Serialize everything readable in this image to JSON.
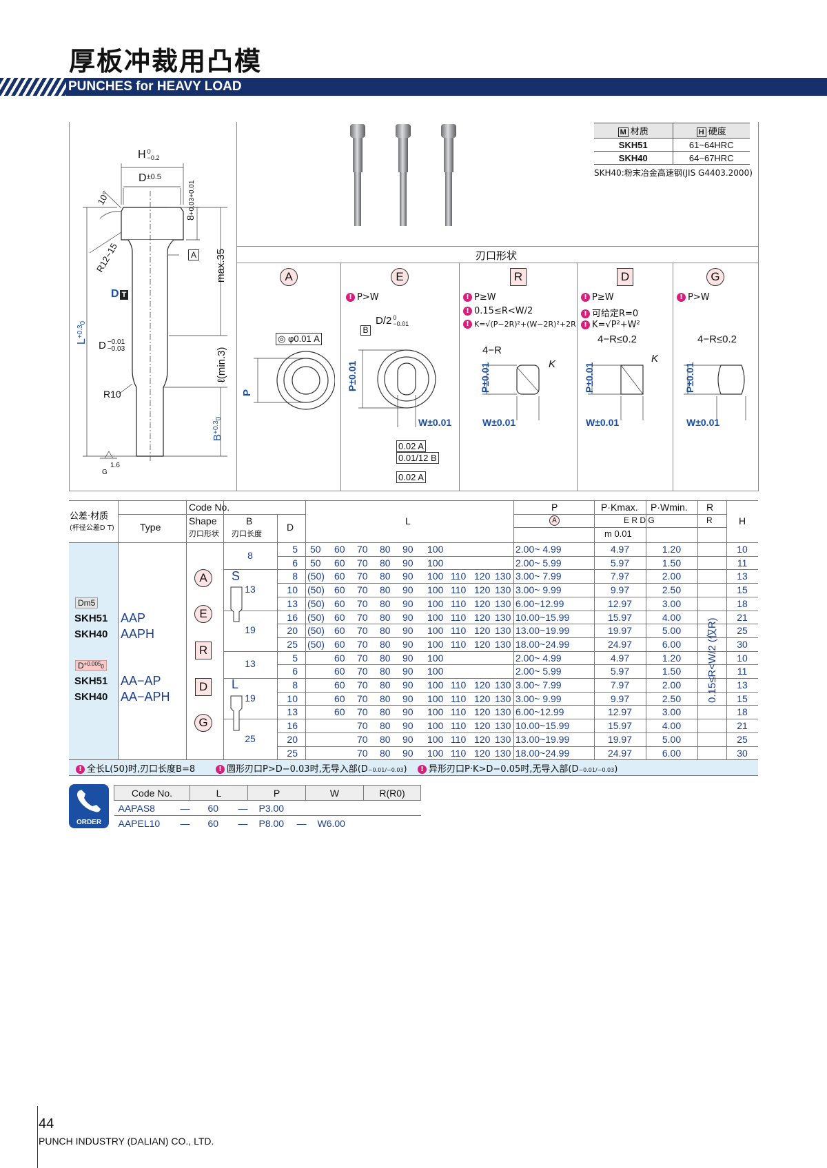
{
  "header": {
    "title_cn": "厚板冲裁用凸模",
    "title_en": "PUNCHES for HEAVY LOAD"
  },
  "drawing": {
    "dims": {
      "H": "H",
      "H_tol_top": "0",
      "H_tol_bot": "−0.2",
      "D_head": "D",
      "D_head_tol": "±0.5",
      "angle": "10°",
      "head_h": "8",
      "head_tol_top": "+0.03",
      "head_tol_bot": "+0.01",
      "max35": "max.35",
      "ref_A": "A",
      "R12": "R12~15",
      "DT": "D",
      "L": "L",
      "L_tol_top": "+0.3",
      "L_tol_bot": "0",
      "D_shank": "D",
      "D_shank_tol_top": "−0.01",
      "D_shank_tol_bot": "−0.03",
      "l_min": "ℓ(min.3)",
      "R10": "R10",
      "B": "B",
      "B_tol_top": "+0.3",
      "B_tol_bot": "0",
      "G": "G",
      "roughness": "1.6"
    }
  },
  "materials": {
    "header_material": "材质",
    "header_hardness": "硬度",
    "badge_m": "M",
    "badge_h": "H",
    "rows": [
      {
        "material": "SKH51",
        "hardness": "61~64HRC"
      },
      {
        "material": "SKH40",
        "hardness": "64~67HRC"
      }
    ],
    "note": "SKH40:粉末冶金高速钢(JIS G4403.2000)"
  },
  "shapes": {
    "section_title": "刃口形状",
    "A": {
      "label": "A",
      "tol": "◎ φ0.01 A",
      "P": "P"
    },
    "E": {
      "label": "E",
      "cond": "P>W",
      "d2": "D/2",
      "d2_tol_top": "0",
      "d2_tol_bot": "−0.01",
      "ref": "B",
      "P": "P±0.01",
      "W": "W±0.01",
      "tol1": "0.02 A",
      "tol2": "0.01/12 B",
      "tol3": "0.02 A"
    },
    "R": {
      "label": "R",
      "cond1": "P≥W",
      "cond2": "0.15≤R<W/2",
      "cond3": "K=√(P−2R)²+(W−2R)²+2R",
      "r4": "4−R",
      "K": "K",
      "P": "P±0.01",
      "W": "W±0.01"
    },
    "D": {
      "label": "D",
      "cond1": "P≥W",
      "cond2": "可给定R=0",
      "cond3": "K=√P²+W²",
      "r4": "4−R≤0.2",
      "K": "K",
      "P": "P±0.01",
      "W": "W±0.01"
    },
    "G": {
      "label": "G",
      "cond1": "P>W",
      "r4": "4−R≤0.2",
      "P": "P±0.01",
      "W": "W±0.01"
    }
  },
  "table": {
    "hdr_tol": "公差·材质",
    "hdr_tol_sub": "(杆径公差D T)",
    "hdr_code": "Code No.",
    "hdr_type": "Type",
    "hdr_shape": "Shape",
    "hdr_shape_sub": "刃口形状",
    "hdr_B": "B",
    "hdr_B_sub": "刃口长度",
    "hdr_D": "D",
    "hdr_L": "L",
    "hdr_P": "P",
    "hdr_P_shape": "A",
    "hdr_PK": "P·Kmax.",
    "hdr_PW": "P·Wmin.",
    "hdr_PK_shapes": "E R D G",
    "hdr_R": "R",
    "hdr_R_shape": "R",
    "hdr_tol_val": "m 0.01",
    "hdr_H": "H",
    "group1": {
      "tol": "Dm5",
      "mat1": "SKH51",
      "type1": "AAP",
      "mat2": "SKH40",
      "type2": "AAPH"
    },
    "group2": {
      "tol": "D",
      "tol_top": "+0.005",
      "tol_bot": "0",
      "mat1": "SKH51",
      "type1": "AA−AP",
      "mat2": "SKH40",
      "type2": "AA−APH"
    },
    "shapes_list": [
      "A",
      "E",
      "R",
      "D",
      "G"
    ],
    "S": "S",
    "Lshape": "L",
    "R_range": "0.15≤R<W/2 (仅R)",
    "rows": [
      {
        "B": "8",
        "D": "5",
        "L": [
          "50",
          "60",
          "70",
          "80",
          "90",
          "100",
          "",
          "",
          ""
        ],
        "P": "2.00~ 4.99",
        "PK": "4.97",
        "PW": "1.20",
        "H": "10"
      },
      {
        "B": "",
        "D": "6",
        "L": [
          "50",
          "60",
          "70",
          "80",
          "90",
          "100",
          "",
          "",
          ""
        ],
        "P": "2.00~ 5.99",
        "PK": "5.97",
        "PW": "1.50",
        "H": "11"
      },
      {
        "B": "13",
        "D": "8",
        "L": [
          "(50)",
          "60",
          "70",
          "80",
          "90",
          "100",
          "110",
          "120",
          "130"
        ],
        "P": "3.00~ 7.99",
        "PK": "7.97",
        "PW": "2.00",
        "H": "13"
      },
      {
        "B": "",
        "D": "10",
        "L": [
          "(50)",
          "60",
          "70",
          "80",
          "90",
          "100",
          "110",
          "120",
          "130"
        ],
        "P": "3.00~ 9.99",
        "PK": "9.97",
        "PW": "2.50",
        "H": "15"
      },
      {
        "B": "",
        "D": "13",
        "L": [
          "(50)",
          "60",
          "70",
          "80",
          "90",
          "100",
          "110",
          "120",
          "130"
        ],
        "P": "6.00~12.99",
        "PK": "12.97",
        "PW": "3.00",
        "H": "18"
      },
      {
        "B": "19",
        "D": "16",
        "L": [
          "(50)",
          "60",
          "70",
          "80",
          "90",
          "100",
          "110",
          "120",
          "130"
        ],
        "P": "10.00~15.99",
        "PK": "15.97",
        "PW": "4.00",
        "H": "21"
      },
      {
        "B": "",
        "D": "20",
        "L": [
          "(50)",
          "60",
          "70",
          "80",
          "90",
          "100",
          "110",
          "120",
          "130"
        ],
        "P": "13.00~19.99",
        "PK": "19.97",
        "PW": "5.00",
        "H": "25"
      },
      {
        "B": "",
        "D": "25",
        "L": [
          "(50)",
          "60",
          "70",
          "80",
          "90",
          "100",
          "110",
          "120",
          "130"
        ],
        "P": "18.00~24.99",
        "PK": "24.97",
        "PW": "6.00",
        "H": "30"
      },
      {
        "B": "13",
        "D": "5",
        "L": [
          "",
          "60",
          "70",
          "80",
          "90",
          "100",
          "",
          "",
          ""
        ],
        "P": "2.00~ 4.99",
        "PK": "4.97",
        "PW": "1.20",
        "H": "10"
      },
      {
        "B": "",
        "D": "6",
        "L": [
          "",
          "60",
          "70",
          "80",
          "90",
          "100",
          "",
          "",
          ""
        ],
        "P": "2.00~ 5.99",
        "PK": "5.97",
        "PW": "1.50",
        "H": "11"
      },
      {
        "B": "19",
        "D": "8",
        "L": [
          "",
          "60",
          "70",
          "80",
          "90",
          "100",
          "110",
          "120",
          "130"
        ],
        "P": "3.00~ 7.99",
        "PK": "7.97",
        "PW": "2.00",
        "H": "13"
      },
      {
        "B": "",
        "D": "10",
        "L": [
          "",
          "60",
          "70",
          "80",
          "90",
          "100",
          "110",
          "120",
          "130"
        ],
        "P": "3.00~ 9.99",
        "PK": "9.97",
        "PW": "2.50",
        "H": "15"
      },
      {
        "B": "",
        "D": "13",
        "L": [
          "",
          "60",
          "70",
          "80",
          "90",
          "100",
          "110",
          "120",
          "130"
        ],
        "P": "6.00~12.99",
        "PK": "12.97",
        "PW": "3.00",
        "H": "18"
      },
      {
        "B": "25",
        "D": "16",
        "L": [
          "",
          "",
          "70",
          "80",
          "90",
          "100",
          "110",
          "120",
          "130"
        ],
        "P": "10.00~15.99",
        "PK": "15.97",
        "PW": "4.00",
        "H": "21"
      },
      {
        "B": "",
        "D": "20",
        "L": [
          "",
          "",
          "70",
          "80",
          "90",
          "100",
          "110",
          "120",
          "130"
        ],
        "P": "13.00~19.99",
        "PK": "19.97",
        "PW": "5.00",
        "H": "25"
      },
      {
        "B": "",
        "D": "25",
        "L": [
          "",
          "",
          "70",
          "80",
          "90",
          "100",
          "110",
          "120",
          "130"
        ],
        "P": "18.00~24.99",
        "PK": "24.97",
        "PW": "6.00",
        "H": "30"
      }
    ],
    "note1": "全长L(50)时,刃口长度B=8",
    "note2": "圆形刃口P>D−0.03时,无导入部(D",
    "note2_tol": "−0.01/−0.03",
    "note3": "异形刃口P·K>D−0.05时,无导入部(D",
    "note3_tol": "−0.01/−0.03"
  },
  "order": {
    "label": "ORDER",
    "headers": [
      "Code No.",
      "L",
      "P",
      "W",
      "R(R0)"
    ],
    "rows": [
      [
        "AAPAS8",
        "—",
        "60",
        "—",
        "P3.00",
        "",
        ""
      ],
      [
        "AAPEL10",
        "—",
        "60",
        "—",
        "P8.00",
        "—",
        "W6.00"
      ]
    ]
  },
  "footer": {
    "page": "44",
    "company": "PUNCH INDUSTRY (DALIAN) CO., LTD."
  }
}
